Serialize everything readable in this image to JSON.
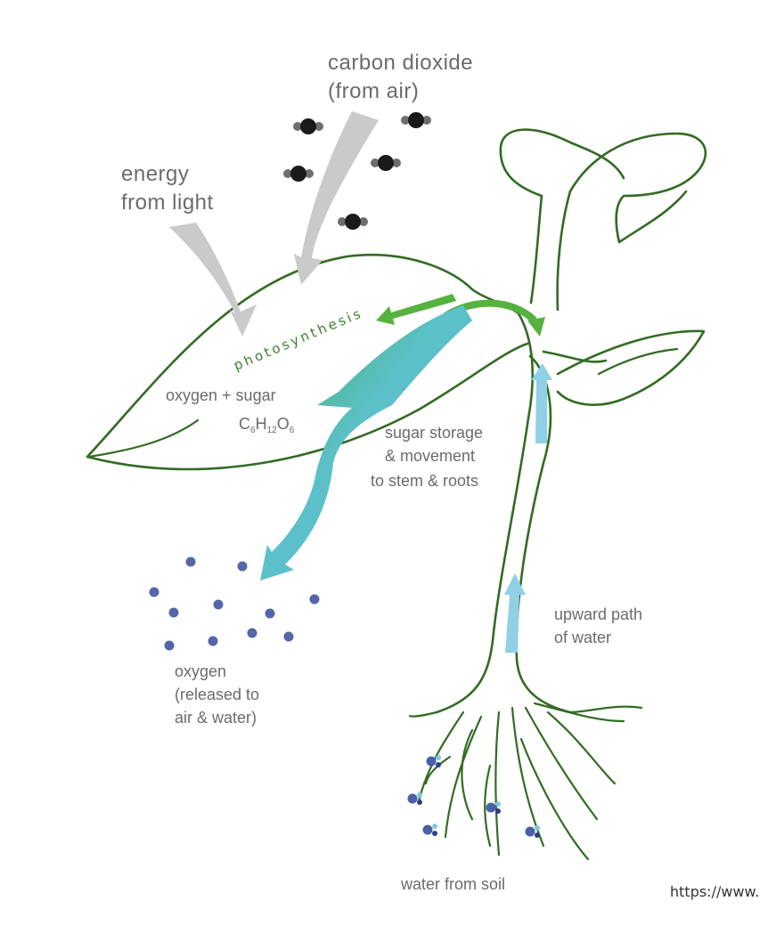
{
  "labels": {
    "carbon_dioxide_line1": "carbon dioxide",
    "carbon_dioxide_line2": "(from air)",
    "energy_line1": "energy",
    "energy_line2": "from light",
    "photosynthesis": "photosynthesis",
    "oxygen_sugar": "oxygen + sugar",
    "formula": {
      "c": "C",
      "c_sub": "6",
      "h": "H",
      "h_sub": "12",
      "o": "O",
      "o_sub": "6"
    },
    "sugar_line1": "sugar storage",
    "sugar_line2": "&  movement",
    "sugar_line3": "to stem & roots",
    "upward_line1": "upward path",
    "upward_line2": "of water",
    "oxygen_line1": "oxygen",
    "oxygen_line2": "(released to",
    "oxygen_line3": "air & water)",
    "water_soil": "water from soil"
  },
  "source_url": "https://www.",
  "colors": {
    "plant_outline": "#336b23",
    "label_text": "#6b6b6b",
    "light_arrow": "#cacaca",
    "co2_molecule_center": "#1a1a1a",
    "co2_molecule_side": "#6e6e6e",
    "oxygen_dot": "#5566a8",
    "water_arrow": "#8fd0e4",
    "sugar_arrow": "#55b23e",
    "oxygen_arrow_start": "#4bb07a",
    "oxygen_arrow_end": "#5ec2df",
    "water_droplet_dark": "#4a5fa8",
    "water_droplet_light": "#7ec7e4"
  }
}
